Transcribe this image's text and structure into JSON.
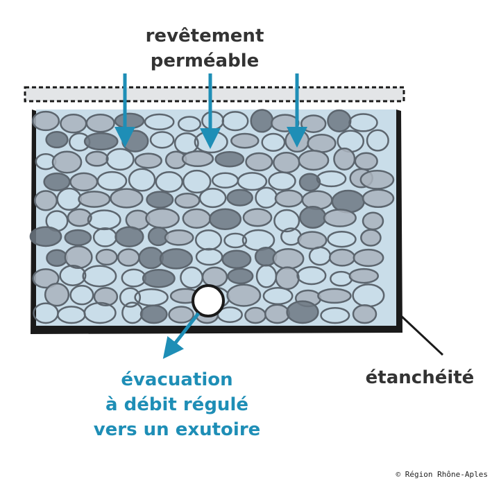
{
  "labels": {
    "top": [
      "revêtement",
      "perméable"
    ],
    "evacuation": [
      "évacuation",
      "à débit régulé",
      "vers un exutoire"
    ],
    "etancheite": "étanchéité"
  },
  "credit": "© Région Rhône-Aples",
  "colors": {
    "water": "#c9dde9",
    "stone_fill": "#a9b3bd",
    "stone_dark": "#6d7883",
    "stone_outline": "#5c656e",
    "arrow": "#1e8eb6",
    "membrane": "#1a1a1a",
    "text_dark": "#333333",
    "text_blue": "#1e8eb6"
  },
  "icons": {
    "infiltration_arrow": "down-arrow-icon",
    "outlet_arrow": "down-left-arrow-icon",
    "outlet_pipe": "pipe-opening-icon"
  }
}
